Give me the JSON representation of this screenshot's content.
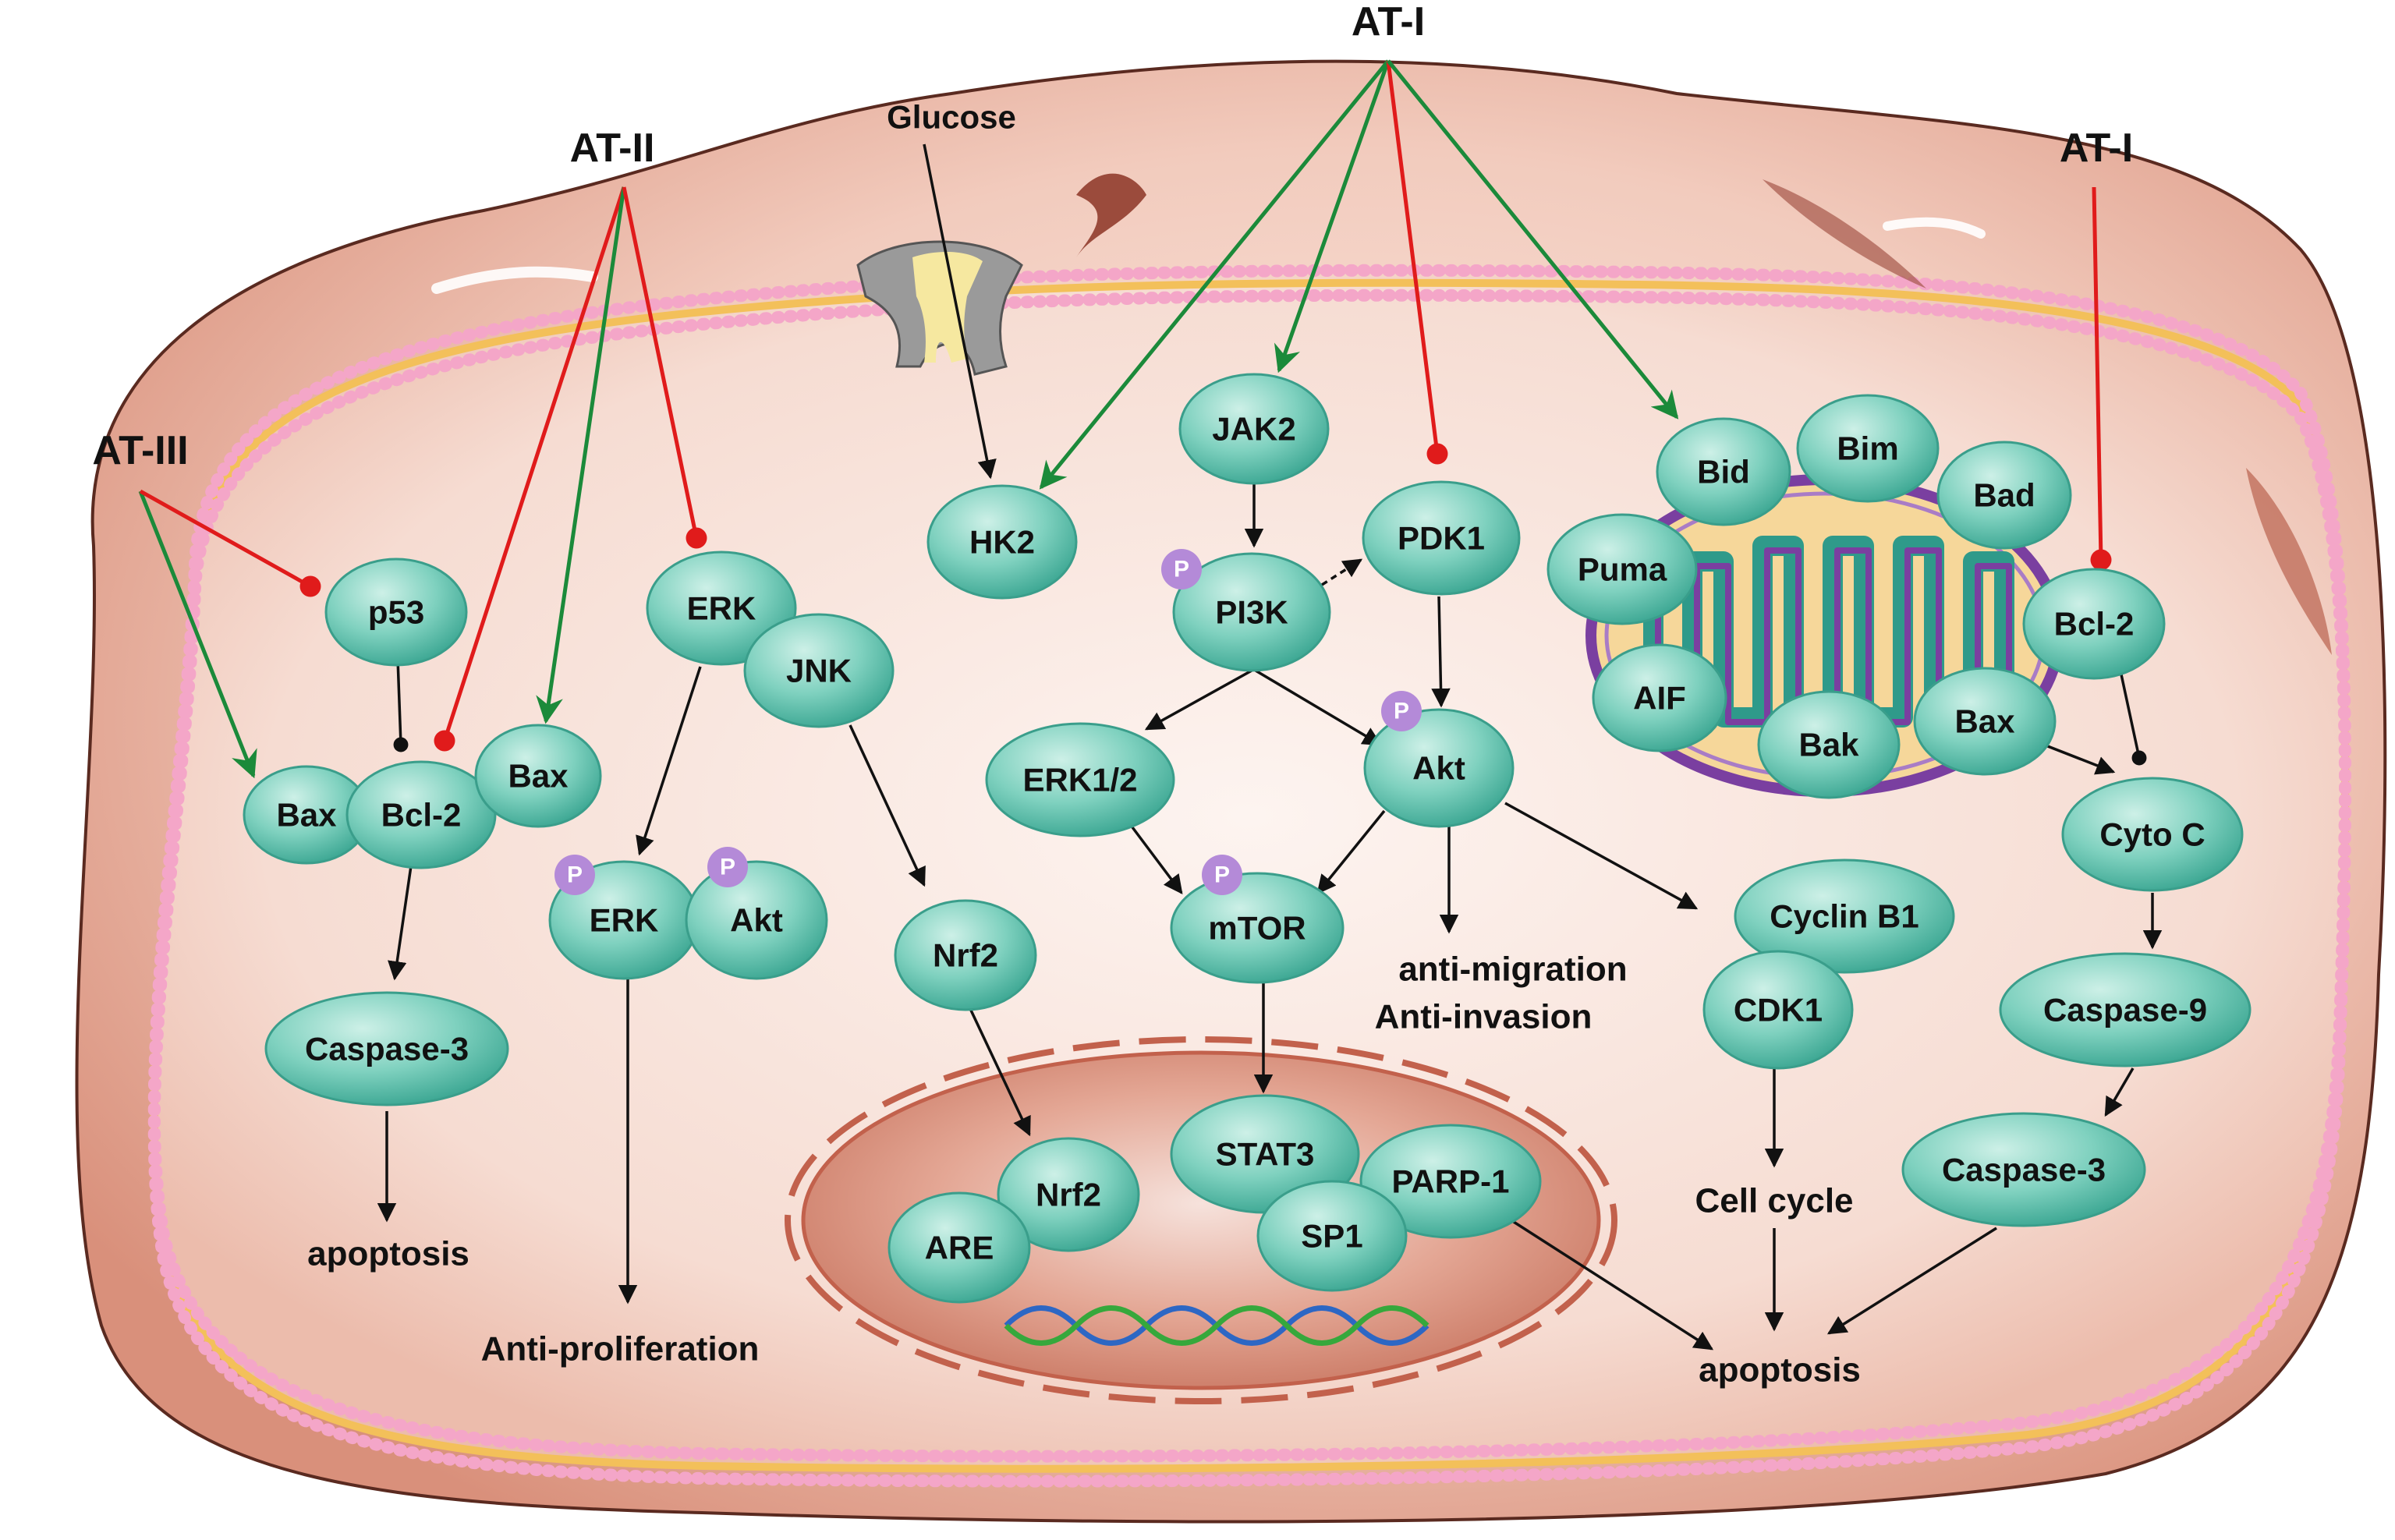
{
  "labels": {
    "compounds": {
      "at1_top": "AT-I",
      "at1_right": "AT-I",
      "at2": "AT-II",
      "at3": "AT-III"
    },
    "glucose": "Glucose",
    "phospho": "P",
    "outcomes": {
      "apoptosis_left": "apoptosis",
      "anti_proliferation": "Anti-proliferation",
      "anti_migration": "anti-migration",
      "anti_invasion": "Anti-invasion",
      "cell_cycle": "Cell cycle",
      "apoptosis_right": "apoptosis"
    },
    "proteins": {
      "p53": "p53",
      "bax_left": "Bax",
      "bcl2_left": "Bcl-2",
      "bax_left2": "Bax",
      "caspase3_left": "Caspase-3",
      "erk": "ERK",
      "jnk": "JNK",
      "perk": "ERK",
      "pakt": "Akt",
      "nrf2": "Nrf2",
      "hk2": "HK2",
      "jak2": "JAK2",
      "pi3k": "PI3K",
      "pdk1": "PDK1",
      "erk12": "ERK1/2",
      "akt": "Akt",
      "mtor": "mTOR",
      "stat3": "STAT3",
      "parp1": "PARP-1",
      "sp1": "SP1",
      "nrf2_nuc": "Nrf2",
      "are": "ARE",
      "cyclinb1": "Cyclin B1",
      "cdk1": "CDK1",
      "bid": "Bid",
      "bim": "Bim",
      "bad": "Bad",
      "puma": "Puma",
      "aif": "AIF",
      "bak": "Bak",
      "bax_mito": "Bax",
      "bcl2_right": "Bcl-2",
      "cytoc": "Cyto C",
      "caspase9": "Caspase-9",
      "caspase3_right": "Caspase-3"
    }
  },
  "colors": {
    "protein_fill": "#5cc4b0",
    "protein_stroke": "#2e8c7a",
    "activation_arrow": "#1b8a3a",
    "inhibition_arrow": "#e01b1b",
    "flow_arrow": "#111111",
    "phospho_badge": "#b48ad8",
    "cell_fill": "#f0c4b4",
    "nucleus_fill": "#d48a76",
    "mitochondria_outer": "#7a3fa0",
    "mitochondria_inner": "#f6d79a",
    "membrane_bead": "#f4a6c8",
    "membrane_core": "#f3c05a"
  }
}
